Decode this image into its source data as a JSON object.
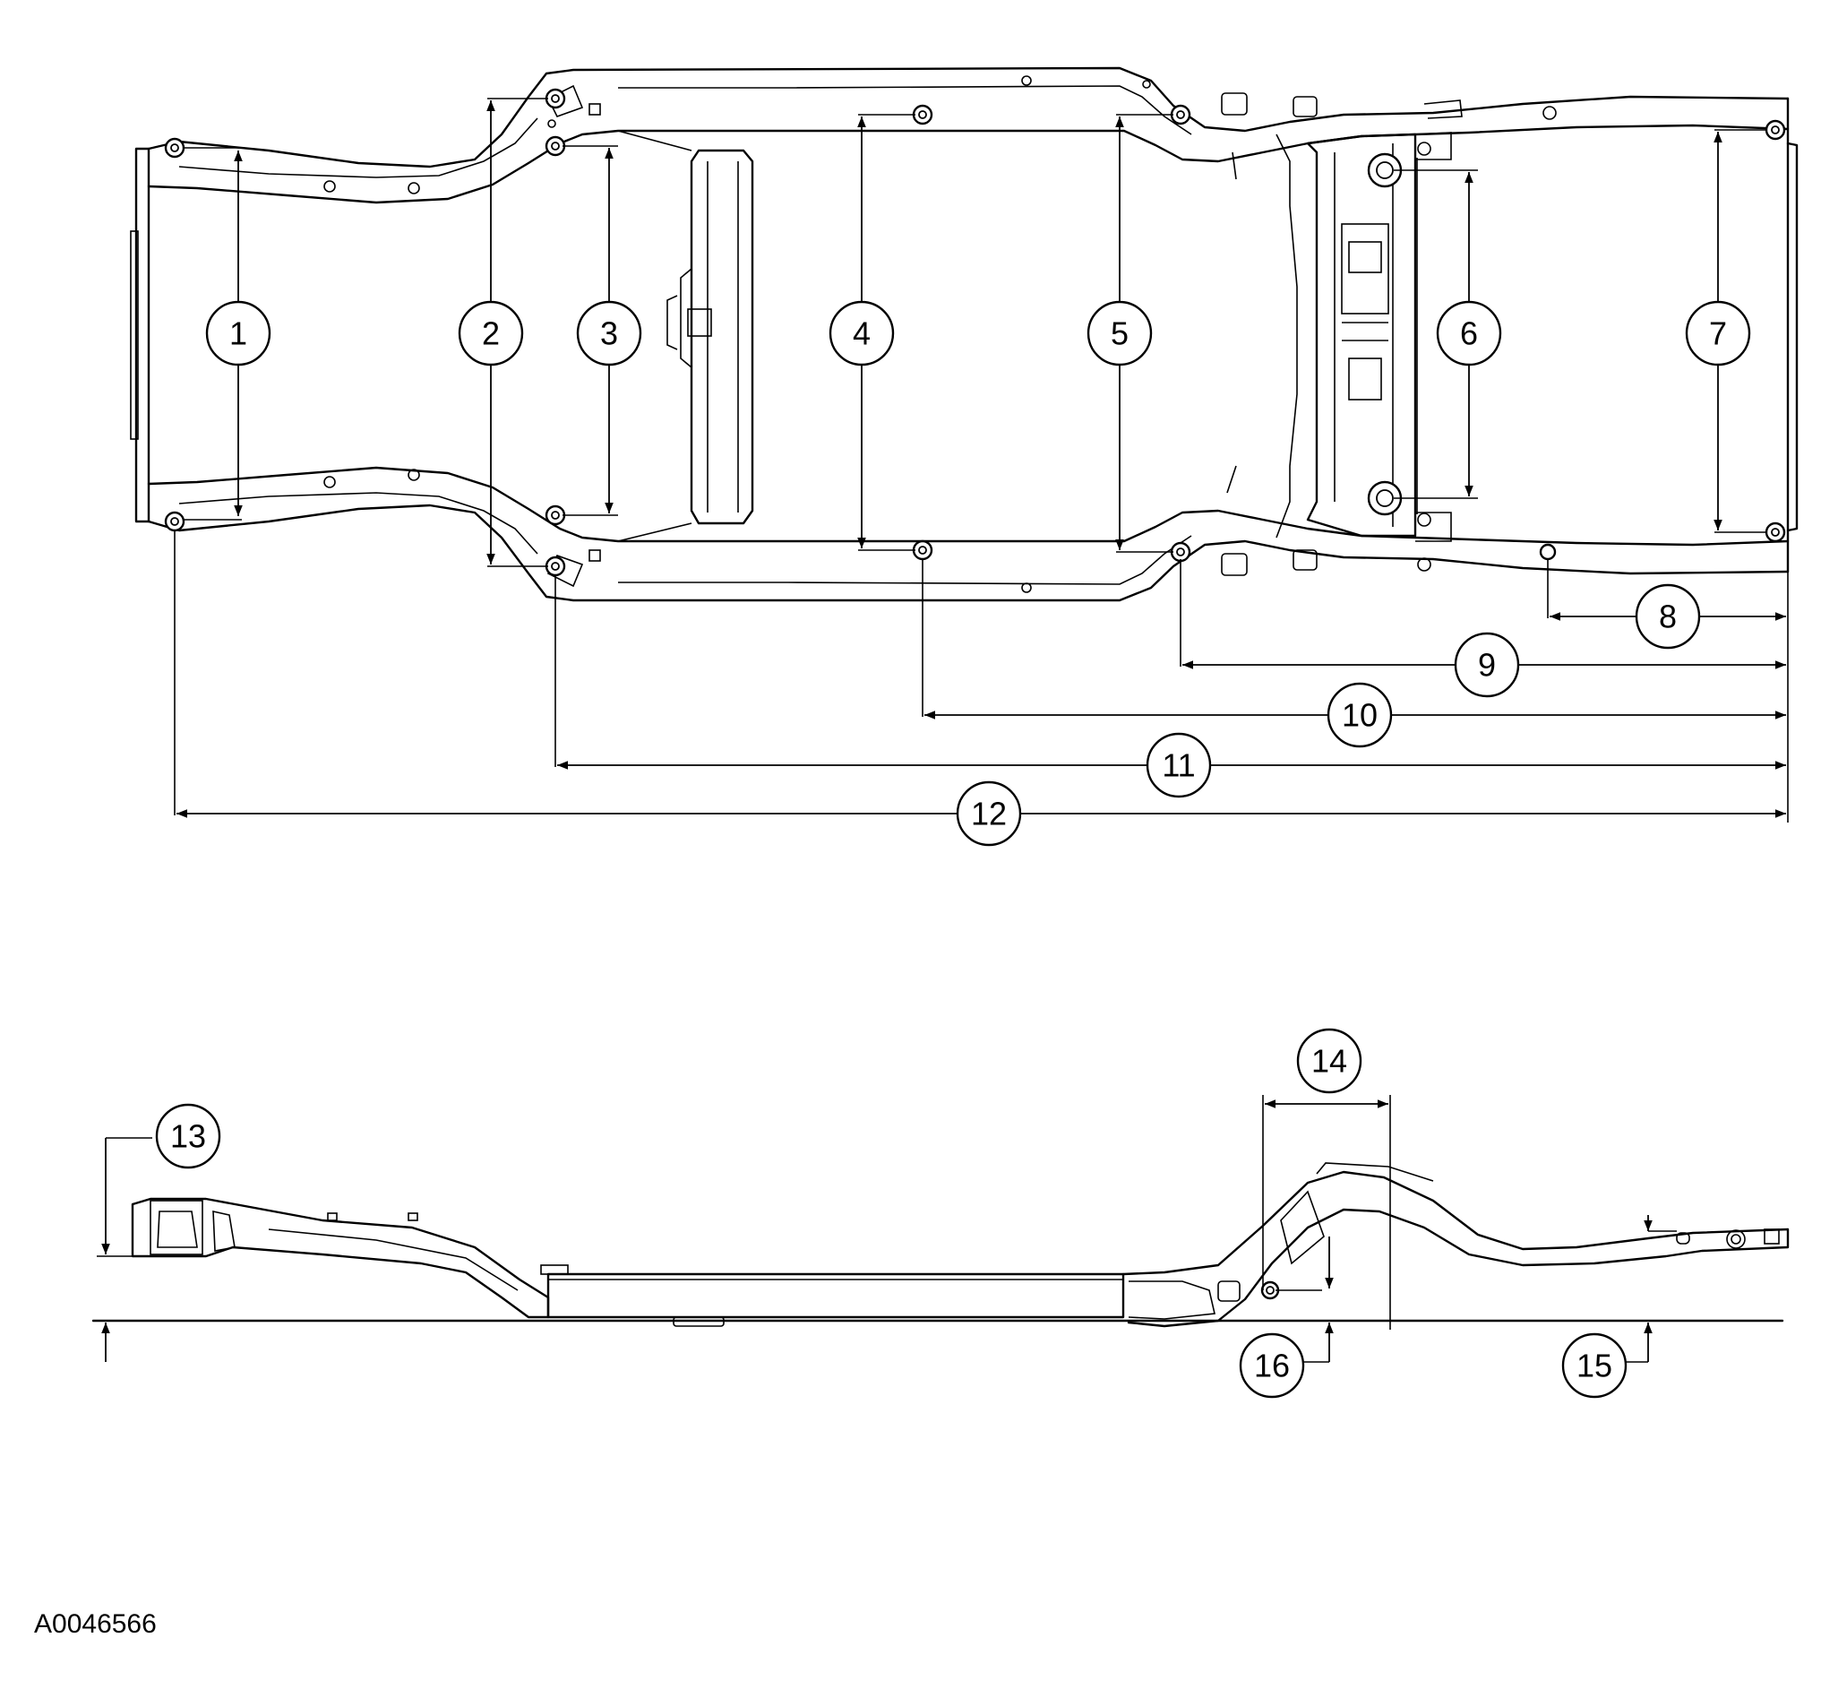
{
  "figure_code": "A0046566",
  "callouts": {
    "c1": "1",
    "c2": "2",
    "c3": "3",
    "c4": "4",
    "c5": "5",
    "c6": "6",
    "c7": "7",
    "c8": "8",
    "c9": "9",
    "c10": "10",
    "c11": "11",
    "c12": "12",
    "c13": "13",
    "c14": "14",
    "c15": "15",
    "c16": "16"
  }
}
